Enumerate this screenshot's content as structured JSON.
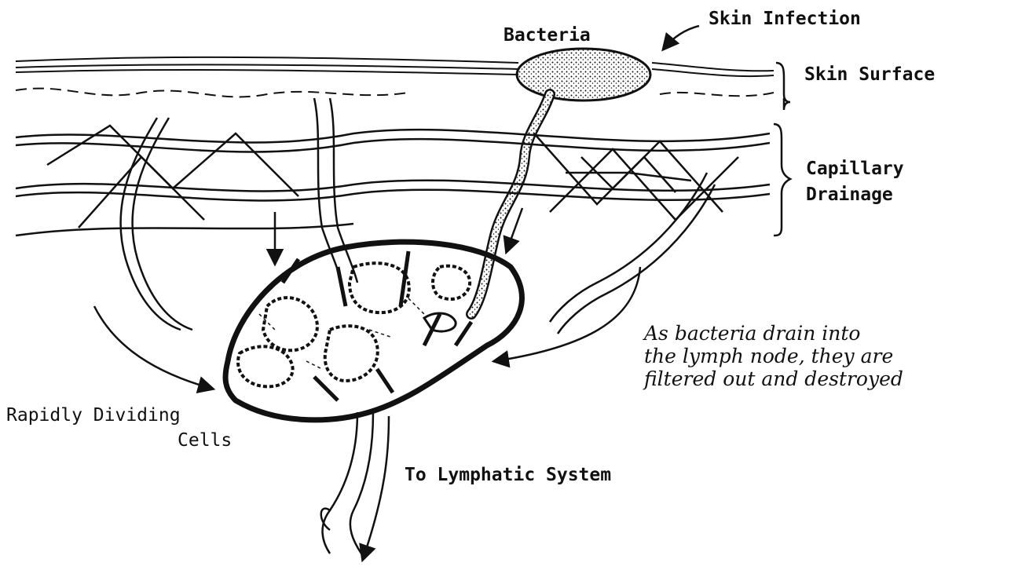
{
  "labels": {
    "bacteria": "Bacteria",
    "skin_infection": "Skin Infection",
    "skin_surface": "Skin Surface",
    "capillary_line1": "Capillary",
    "capillary_line2": "Drainage",
    "dividing_line1": "Rapidly Dividing",
    "dividing_line2": "Cells",
    "to_lymphatic": "To Lymphatic System",
    "caption_line1": "As bacteria drain into",
    "caption_line2": "the lymph node, they are",
    "caption_line3": "filtered out and destroyed"
  },
  "colors": {
    "ink": "#111111",
    "paper": "#ffffff"
  }
}
